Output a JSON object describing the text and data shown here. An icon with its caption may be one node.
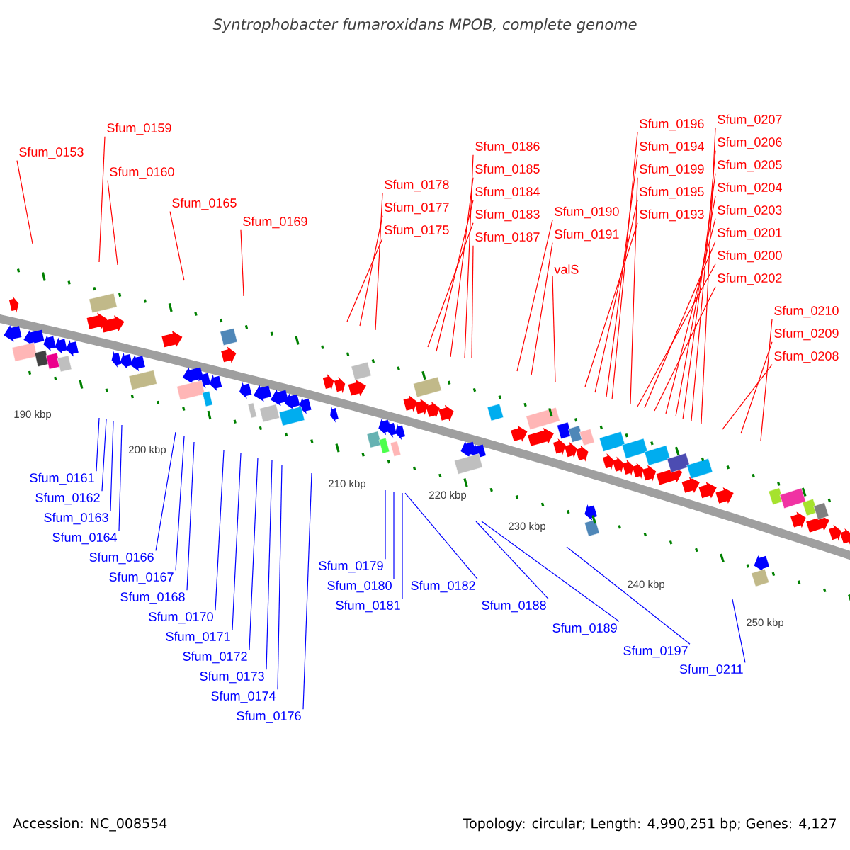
{
  "diagram": {
    "title": "Syntrophobacter fumaroxidans MPOB, complete genome",
    "nodes": [
      {
        "text": [
          "Sfum_0153"
        ]
      },
      {
        "text": [
          "Sfum_0159"
        ]
      },
      {
        "text": [
          "Sfum_0160"
        ]
      },
      {
        "text": [
          "Sfum_0161"
        ]
      },
      {
        "text": [
          "Sfum_0162"
        ]
      },
      {
        "text": [
          "Sfum_0163"
        ]
      },
      {
        "text": [
          "Sfum_0164"
        ]
      },
      {
        "text": [
          "Sfum_0165"
        ]
      },
      {
        "text": [
          "Sfum_0166"
        ]
      },
      {
        "text": [
          "Sfum_0167"
        ]
      },
      {
        "text": [
          "Sfum_0168"
        ]
      },
      {
        "text": [
          "Sfum_0169"
        ]
      },
      {
        "text": [
          "Sfum_0170"
        ]
      },
      {
        "text": [
          "Sfum_0171"
        ]
      },
      {
        "text": [
          "Sfum_0172"
        ]
      },
      {
        "text": [
          "Sfum_0173"
        ]
      },
      {
        "text": [
          "Sfum_0174"
        ]
      },
      {
        "text": [
          "Sfum_0175"
        ]
      },
      {
        "text": [
          "Sfum_0176"
        ]
      },
      {
        "text": [
          "Sfum_0177"
        ]
      },
      {
        "text": [
          "Sfum_0178"
        ]
      },
      {
        "text": [
          "Sfum_0179"
        ]
      },
      {
        "text": [
          "Sfum_0180"
        ]
      },
      {
        "text": [
          "Sfum_0181"
        ]
      },
      {
        "text": [
          "Sfum_0182"
        ]
      },
      {
        "text": [
          "Sfum_0183"
        ]
      },
      {
        "text": [
          "Sfum_0184"
        ]
      },
      {
        "text": [
          "Sfum_0185"
        ]
      },
      {
        "text": [
          "Sfum_0186"
        ]
      },
      {
        "text": [
          "Sfum_0187"
        ]
      },
      {
        "text": [
          "Sfum_0188"
        ]
      },
      {
        "text": [
          "Sfum_0189"
        ]
      },
      {
        "text": [
          "Sfum_0190"
        ]
      },
      {
        "text": [
          "Sfum_0191"
        ]
      },
      {
        "text": [
          "valS"
        ]
      },
      {
        "text": [
          "Sfum_0193"
        ]
      },
      {
        "text": [
          "Sfum_0194"
        ]
      },
      {
        "text": [
          "Sfum_0195"
        ]
      },
      {
        "text": [
          "Sfum_0196"
        ]
      },
      {
        "text": [
          "Sfum_0197"
        ]
      },
      {
        "text": [
          "Sfum_0199"
        ]
      },
      {
        "text": [
          "Sfum_0200"
        ]
      },
      {
        "text": [
          "Sfum_0201"
        ]
      },
      {
        "text": [
          "Sfum_0202"
        ]
      },
      {
        "text": [
          "Sfum_0203"
        ]
      },
      {
        "text": [
          "Sfum_0204"
        ]
      },
      {
        "text": [
          "Sfum_0205"
        ]
      },
      {
        "text": [
          "Sfum_0206"
        ]
      },
      {
        "text": [
          "Sfum_0207"
        ]
      },
      {
        "text": [
          "Sfum_0208"
        ]
      },
      {
        "text": [
          "Sfum_0209"
        ]
      },
      {
        "text": [
          "Sfum_0210"
        ]
      },
      {
        "text": [
          "Sfum_0211"
        ]
      }
    ],
    "edges": [
      {
        "from": 0,
        "to": null,
        "arrow": "none"
      },
      {
        "from": 1,
        "to": null,
        "arrow": "none"
      },
      {
        "from": 2,
        "to": null,
        "arrow": "none"
      },
      {
        "from": 3,
        "to": null,
        "arrow": "none",
        "color": "#0000ff"
      },
      {
        "from": 4,
        "to": null,
        "arrow": "none",
        "color": "#0000ff"
      },
      {
        "from": 5,
        "to": null,
        "arrow": "none",
        "color": "#0000ff"
      },
      {
        "from": 6,
        "to": null,
        "arrow": "none",
        "color": "#0000ff"
      },
      {
        "from": 7,
        "to": null,
        "arrow": "none"
      },
      {
        "from": 8,
        "to": null,
        "arrow": "none",
        "color": "#0000ff"
      },
      {
        "from": 9,
        "to": null,
        "arrow": "none",
        "color": "#0000ff"
      },
      {
        "from": 10,
        "to": null,
        "arrow": "none",
        "color": "#0000ff"
      },
      {
        "from": 11,
        "to": null,
        "arrow": "none"
      },
      {
        "from": 12,
        "to": null,
        "arrow": "none",
        "color": "#0000ff"
      },
      {
        "from": 13,
        "to": null,
        "arrow": "none",
        "color": "#0000ff"
      },
      {
        "from": 14,
        "to": null,
        "arrow": "none",
        "color": "#0000ff"
      },
      {
        "from": 15,
        "to": null,
        "arrow": "none",
        "color": "#0000ff"
      },
      {
        "from": 16,
        "to": null,
        "arrow": "none",
        "color": "#0000ff"
      },
      {
        "from": 17,
        "to": null,
        "arrow": "none"
      },
      {
        "from": 18,
        "to": null,
        "arrow": "none",
        "color": "#0000ff"
      },
      {
        "from": 19,
        "to": null,
        "arrow": "none"
      },
      {
        "from": 20,
        "to": null,
        "arrow": "none"
      },
      {
        "from": 21,
        "to": null,
        "arrow": "none",
        "color": "#0000ff"
      },
      {
        "from": 22,
        "to": null,
        "arrow": "none",
        "color": "#0000ff"
      },
      {
        "from": 23,
        "to": null,
        "arrow": "none",
        "color": "#0000ff"
      },
      {
        "from": 24,
        "to": null,
        "arrow": "none",
        "color": "#0000ff"
      },
      {
        "from": 25,
        "to": null,
        "arrow": "none"
      },
      {
        "from": 26,
        "to": null,
        "arrow": "none"
      },
      {
        "from": 27,
        "to": null,
        "arrow": "none"
      },
      {
        "from": 28,
        "to": null,
        "arrow": "none"
      },
      {
        "from": 29,
        "to": null,
        "arrow": "none"
      },
      {
        "from": 30,
        "to": null,
        "arrow": "none",
        "color": "#0000ff"
      },
      {
        "from": 31,
        "to": null,
        "arrow": "none",
        "color": "#0000ff"
      },
      {
        "from": 32,
        "to": null,
        "arrow": "none"
      },
      {
        "from": 33,
        "to": null,
        "arrow": "none"
      },
      {
        "from": 34,
        "to": null,
        "arrow": "none"
      },
      {
        "from": 35,
        "to": null,
        "arrow": "none"
      },
      {
        "from": 36,
        "to": null,
        "arrow": "none"
      },
      {
        "from": 37,
        "to": null,
        "arrow": "none"
      },
      {
        "from": 38,
        "to": null,
        "arrow": "none"
      },
      {
        "from": 39,
        "to": null,
        "arrow": "none",
        "color": "#0000ff"
      },
      {
        "from": 40,
        "to": null,
        "arrow": "none"
      },
      {
        "from": 41,
        "to": null,
        "arrow": "none"
      },
      {
        "from": 42,
        "to": null,
        "arrow": "none"
      },
      {
        "from": 43,
        "to": null,
        "arrow": "none"
      },
      {
        "from": 44,
        "to": null,
        "arrow": "none"
      },
      {
        "from": 45,
        "to": null,
        "arrow": "none"
      },
      {
        "from": 46,
        "to": null,
        "arrow": "none"
      },
      {
        "from": 47,
        "to": null,
        "arrow": "none"
      },
      {
        "from": 48,
        "to": null,
        "arrow": "none"
      },
      {
        "from": 49,
        "to": null,
        "arrow": "none"
      },
      {
        "from": 50,
        "to": null,
        "arrow": "none"
      },
      {
        "from": 51,
        "to": null,
        "arrow": "none"
      },
      {
        "from": 52,
        "to": null,
        "arrow": "none",
        "color": "#0000ff"
      }
    ],
    "labels": [
      "190 kbp",
      "200 kbp",
      "210 kbp",
      "220 kbp",
      "230 kbp",
      "240 kbp",
      "250 kbp",
      "Accession: NC_008554",
      "Topology: circular; Length: 4,990,251 bp; Genes: 4,127"
    ]
  }
}
